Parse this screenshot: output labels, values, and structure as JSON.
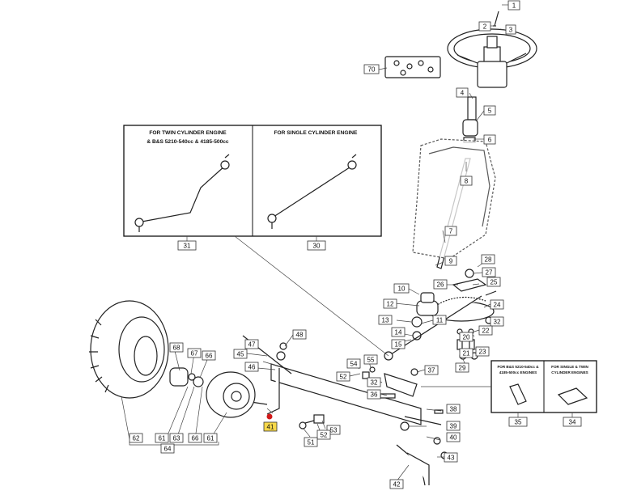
{
  "panel_engine": {
    "left_title_line1": "FOR TWIN CYLINDER ENGINE",
    "left_title_line2": "& B&S 5210-540cc & 4185-500cc",
    "right_title": "FOR SINGLE CYLINDER ENGINE",
    "left_part": "31",
    "right_part": "30"
  },
  "panel_bracket": {
    "left_title_line1": "FOR B&S 5210-540cc &",
    "left_title_line2": "4185-500cc ENGINES",
    "right_title_line1": "FOR SINGLE & TWIN",
    "right_title_line2": "CYLINDER ENGINES",
    "left_part": "35",
    "right_part": "34"
  },
  "callouts": {
    "c1": "1",
    "c2": "2",
    "c3": "3",
    "c4": "4",
    "c5": "5",
    "c6": "6",
    "c7": "7",
    "c8": "8",
    "c9": "9",
    "c10": "10",
    "c11": "11",
    "c12": "12",
    "c13": "13",
    "c14": "14",
    "c15": "15",
    "c20": "20",
    "c21": "21",
    "c22": "22",
    "c23": "23",
    "c24": "24",
    "c25": "25",
    "c26": "26",
    "c27": "27",
    "c28": "28",
    "c29": "29",
    "c32a": "32",
    "c32b": "32",
    "c36": "36",
    "c37": "37",
    "c38": "38",
    "c39": "39",
    "c40": "40",
    "c41": "41",
    "c42": "42",
    "c43": "43",
    "c45": "45",
    "c46": "46",
    "c47": "47",
    "c48": "48",
    "c51": "51",
    "c52a": "52",
    "c52b": "52",
    "c53": "53",
    "c54": "54",
    "c55": "55",
    "c61a": "61",
    "c61b": "61",
    "c62": "62",
    "c63": "63",
    "c64": "64",
    "c66": "66",
    "c67": "67",
    "c68": "68",
    "c70": "70"
  },
  "highlight_color": "#f7d84a",
  "marker_color": "#d21a1a"
}
